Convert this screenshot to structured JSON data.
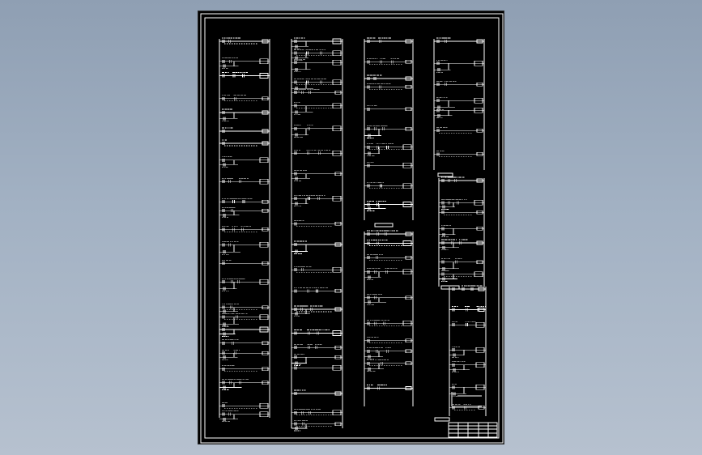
{
  "viewport": {
    "background_color": "#97a6b8",
    "sheet_color": "#000000",
    "line_color": "#ffffff"
  },
  "drawing": {
    "type": "PLC ladder diagram",
    "columns": 5,
    "title_block": {
      "rows": 4,
      "cols": 5
    }
  }
}
